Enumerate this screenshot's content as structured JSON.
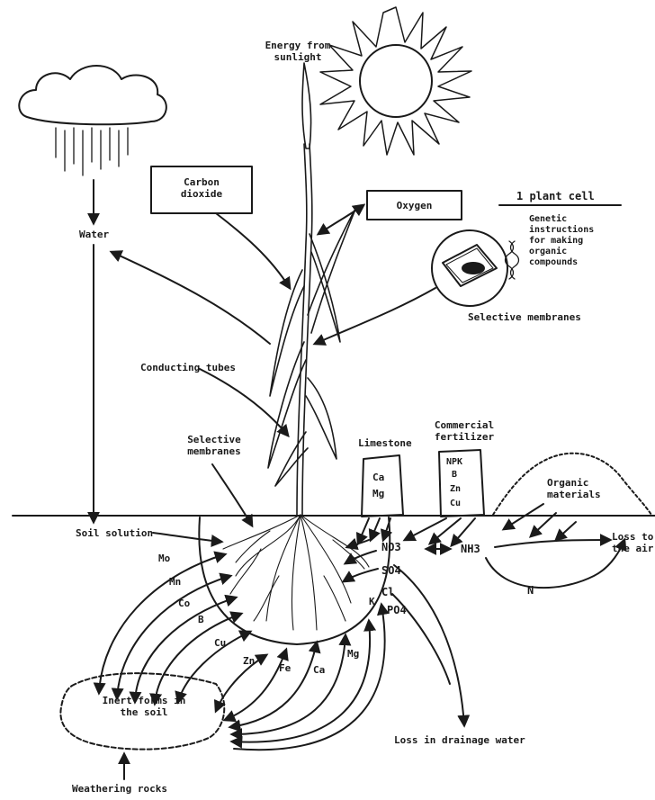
{
  "labels": {
    "energy_line1": "Energy from",
    "energy_line2": "sunlight",
    "carbon_line1": "Carbon",
    "carbon_line2": "dioxide",
    "oxygen": "Oxygen",
    "plant_cell": "1 plant cell",
    "genetic_line1": "Genetic",
    "genetic_line2": "instructions",
    "genetic_line3": "for making",
    "genetic_line4": "organic",
    "genetic_line5": "compounds",
    "selective_membranes_cell": "Selective membranes",
    "water": "Water",
    "conducting_tubes": "Conducting tubes",
    "selective_root_line1": "Selective",
    "selective_root_line2": "membranes",
    "limestone": "Limestone",
    "limestone_ca": "Ca",
    "limestone_mg": "Mg",
    "commercial_line1": "Commercial",
    "commercial_line2": "fertilizer",
    "fert_npk": "NPK",
    "fert_b": "B",
    "fert_zn": "Zn",
    "fert_cu": "Cu",
    "organic_line1": "Organic",
    "organic_line2": "materials",
    "soil_solution": "Soil solution",
    "loss_air_line1": "Loss to",
    "loss_air_line2": "the air",
    "no3": "NO3",
    "nh3": "NH3",
    "so4": "SO4",
    "cl": "Cl",
    "po4": "PO4",
    "k": "K",
    "n": "N",
    "mo": "Mo",
    "mn": "Mn",
    "co": "Co",
    "b": "B",
    "cu": "Cu",
    "zn": "Zn",
    "fe": "Fe",
    "ca": "Ca",
    "mg": "Mg",
    "inert_line1": "Inert forms in",
    "inert_line2": "the soil",
    "loss_drainage": "Loss in drainage water",
    "weathering": "Weathering rocks"
  }
}
